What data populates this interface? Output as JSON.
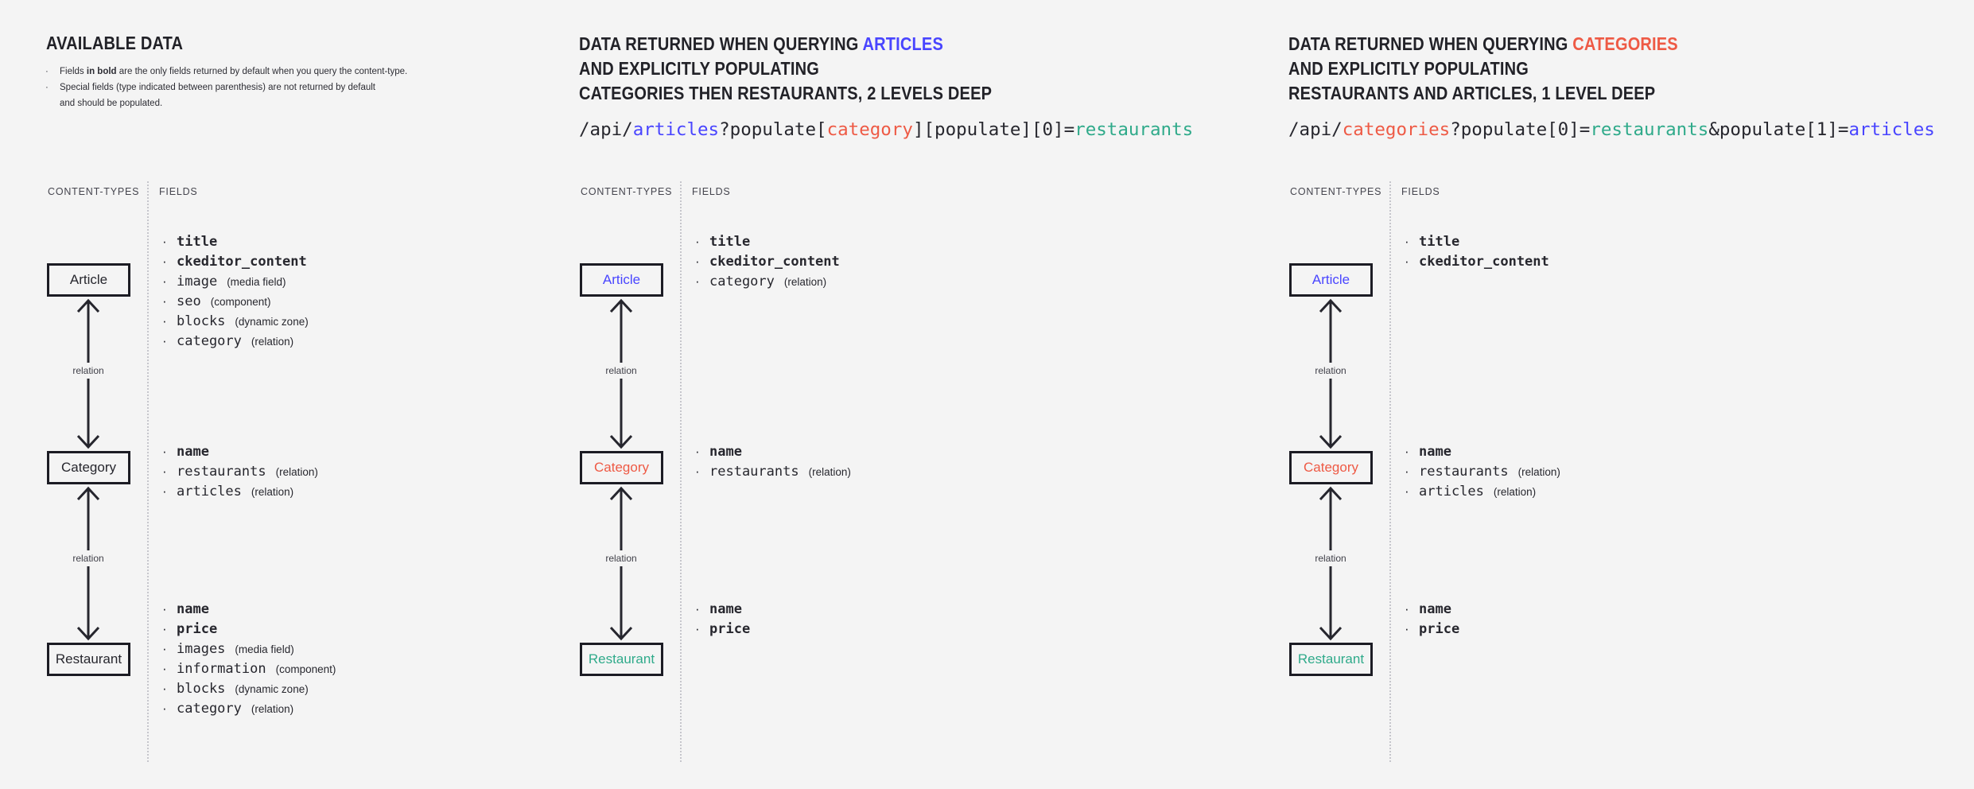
{
  "labels": {
    "content_types": "CONTENT-TYPES",
    "fields": "FIELDS",
    "relation": "relation"
  },
  "colors": {
    "background": "#f4f4f4",
    "dark": "#27272e",
    "blue": "#4945ff",
    "red": "#ee5a45",
    "teal": "#2faa8a"
  },
  "available_data": {
    "title": "AVAILABLE DATA",
    "note1_pre": "Fields ",
    "note1_bold": "in bold",
    "note1_post": " are the only fields returned by default when you query the content-type.",
    "note2_line1": "Special fields (type indicated between parenthesis) are not returned by default",
    "note2_line2": "and should be populated."
  },
  "query_articles": {
    "heading_pre": "DATA RETURNED WHEN QUERYING ",
    "heading_highlight": "ARTICLES",
    "heading_line2": "AND EXPLICITLY POPULATING",
    "heading_line3": "CATEGORIES THEN RESTAURANTS, 2 LEVELS DEEP",
    "code": [
      {
        "text": "/api/",
        "color": "dark"
      },
      {
        "text": "articles",
        "color": "blue"
      },
      {
        "text": "?populate[",
        "color": "dark"
      },
      {
        "text": "category",
        "color": "red"
      },
      {
        "text": "][populate][0]=",
        "color": "dark"
      },
      {
        "text": "restaurants",
        "color": "teal"
      }
    ]
  },
  "query_categories": {
    "heading_pre": "DATA RETURNED WHEN QUERYING ",
    "heading_highlight": "CATEGORIES",
    "heading_line2": "AND EXPLICITLY POPULATING",
    "heading_line3": "RESTAURANTS AND ARTICLES, 1 LEVEL DEEP",
    "code": [
      {
        "text": "/api/",
        "color": "dark"
      },
      {
        "text": "categories",
        "color": "red"
      },
      {
        "text": "?populate[0]=",
        "color": "dark"
      },
      {
        "text": "restaurants",
        "color": "teal"
      },
      {
        "text": "&populate[1]=",
        "color": "dark"
      },
      {
        "text": "articles",
        "color": "blue"
      }
    ]
  },
  "diagrams": [
    {
      "id": "available-data",
      "boxes": {
        "article": {
          "label": "Article",
          "color": "dark"
        },
        "category": {
          "label": "Category",
          "color": "dark"
        },
        "restaurant": {
          "label": "Restaurant",
          "color": "dark"
        }
      },
      "article_fields": [
        {
          "name": "title",
          "type": "",
          "bold": true,
          "color": "dark"
        },
        {
          "name": "ckeditor_content",
          "type": "",
          "bold": true,
          "color": "dark"
        },
        {
          "name": "image",
          "type": "(media field)",
          "bold": false,
          "color": "dark"
        },
        {
          "name": "seo",
          "type": "(component)",
          "bold": false,
          "color": "dark"
        },
        {
          "name": "blocks",
          "type": "(dynamic zone)",
          "bold": false,
          "color": "dark"
        },
        {
          "name": "category",
          "type": "(relation)",
          "bold": false,
          "color": "dark"
        }
      ],
      "category_fields": [
        {
          "name": "name",
          "type": "",
          "bold": true,
          "color": "dark"
        },
        {
          "name": "restaurants",
          "type": "(relation)",
          "bold": false,
          "color": "dark"
        },
        {
          "name": "articles",
          "type": "(relation)",
          "bold": false,
          "color": "dark"
        }
      ],
      "restaurant_fields": [
        {
          "name": "name",
          "type": "",
          "bold": true,
          "color": "dark"
        },
        {
          "name": "price",
          "type": "",
          "bold": true,
          "color": "dark"
        },
        {
          "name": "images",
          "type": "(media field)",
          "bold": false,
          "color": "dark"
        },
        {
          "name": "information",
          "type": "(component)",
          "bold": false,
          "color": "dark"
        },
        {
          "name": "blocks",
          "type": "(dynamic zone)",
          "bold": false,
          "color": "dark"
        },
        {
          "name": "category",
          "type": "(relation)",
          "bold": false,
          "color": "dark"
        }
      ]
    },
    {
      "id": "query-articles-result",
      "boxes": {
        "article": {
          "label": "Article",
          "color": "blue"
        },
        "category": {
          "label": "Category",
          "color": "red"
        },
        "restaurant": {
          "label": "Restaurant",
          "color": "teal"
        }
      },
      "article_fields": [
        {
          "name": "title",
          "type": "",
          "bold": true,
          "color": "dark"
        },
        {
          "name": "ckeditor_content",
          "type": "",
          "bold": true,
          "color": "dark"
        },
        {
          "name": "category",
          "type": "(relation)",
          "bold": false,
          "color": "red"
        }
      ],
      "category_fields": [
        {
          "name": "name",
          "type": "",
          "bold": true,
          "color": "dark"
        },
        {
          "name": "restaurants",
          "type": "(relation)",
          "bold": false,
          "color": "teal"
        }
      ],
      "restaurant_fields": [
        {
          "name": "name",
          "type": "",
          "bold": true,
          "color": "dark"
        },
        {
          "name": "price",
          "type": "",
          "bold": true,
          "color": "dark"
        }
      ]
    },
    {
      "id": "query-categories-result",
      "boxes": {
        "article": {
          "label": "Article",
          "color": "blue"
        },
        "category": {
          "label": "Category",
          "color": "red"
        },
        "restaurant": {
          "label": "Restaurant",
          "color": "teal"
        }
      },
      "article_fields": [
        {
          "name": "title",
          "type": "",
          "bold": true,
          "color": "dark"
        },
        {
          "name": "ckeditor_content",
          "type": "",
          "bold": true,
          "color": "dark"
        }
      ],
      "category_fields": [
        {
          "name": "name",
          "type": "",
          "bold": true,
          "color": "dark"
        },
        {
          "name": "restaurants",
          "type": "(relation)",
          "bold": false,
          "color": "teal"
        },
        {
          "name": "articles",
          "type": "(relation)",
          "bold": false,
          "color": "blue"
        }
      ],
      "restaurant_fields": [
        {
          "name": "name",
          "type": "",
          "bold": true,
          "color": "dark"
        },
        {
          "name": "price",
          "type": "",
          "bold": true,
          "color": "dark"
        }
      ]
    }
  ]
}
